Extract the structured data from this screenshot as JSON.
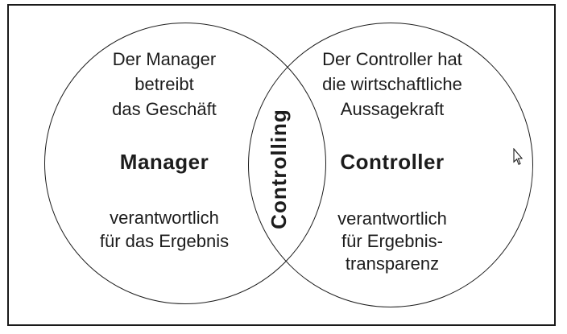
{
  "diagram": {
    "left_circle": {
      "top_text_lines": [
        "Der Manager",
        "betreibt",
        "das Geschäft"
      ],
      "title": "Manager",
      "bottom_text_lines": [
        "verantwortlich",
        "für das Ergebnis"
      ]
    },
    "overlap": {
      "label": "Controlling"
    },
    "right_circle": {
      "top_text_lines": [
        "Der Controller hat",
        "die wirtschaftliche",
        "Aussagekraft"
      ],
      "title": "Controller",
      "bottom_text_lines": [
        "verantwortlich",
        "für Ergebnis-",
        "transparenz"
      ]
    },
    "colors": {
      "stroke": "#1a1a1a",
      "text": "#1c1c1c",
      "background": "#ffffff"
    }
  },
  "cursor": {
    "type": "arrow-pointer"
  }
}
